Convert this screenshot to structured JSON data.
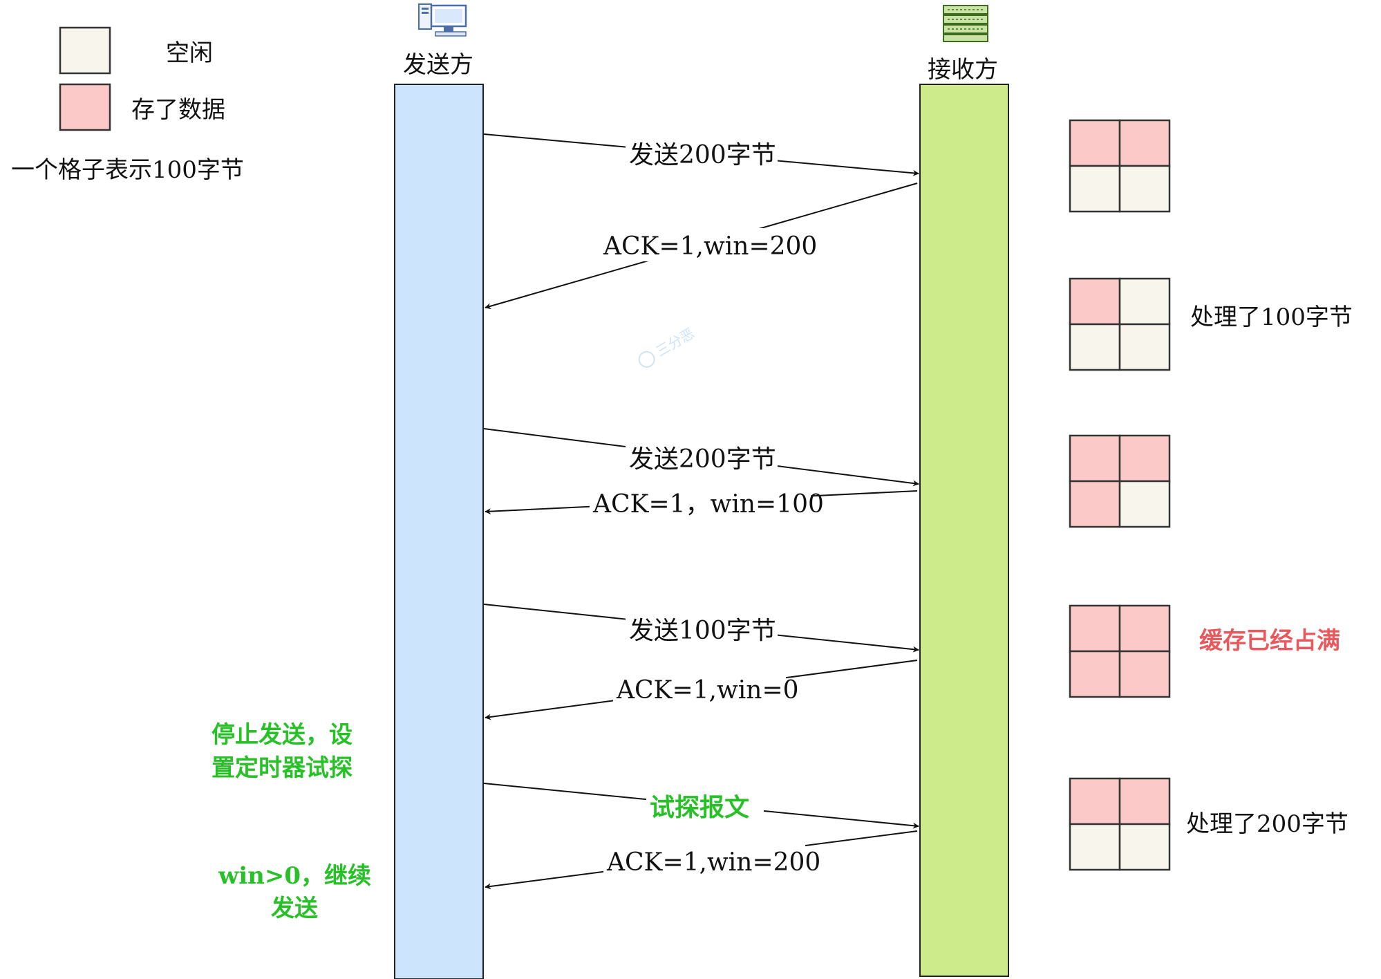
{
  "colors": {
    "free": "#f7f5ec",
    "used": "#fcc9c9",
    "sender_bar": "#cce5fd",
    "receiver_bar": "#cdeb8b",
    "accent_green": "#27c127",
    "accent_red": "#e8595e"
  },
  "legend": {
    "free_label": "空闲",
    "used_label": "存了数据",
    "unit_note": "一个格子表示100字节"
  },
  "sender": {
    "title": "发送方",
    "icon": "computer-icon"
  },
  "receiver": {
    "title": "接收方",
    "icon": "server-icon"
  },
  "messages": [
    {
      "text": "发送200字节",
      "dir": "to-receiver"
    },
    {
      "text": "ACK=1,win=200",
      "dir": "to-sender"
    },
    {
      "text": "发送200字节",
      "dir": "to-receiver"
    },
    {
      "text": "ACK=1，win=100",
      "dir": "to-sender"
    },
    {
      "text": "发送100字节",
      "dir": "to-receiver"
    },
    {
      "text": "ACK=1,win=0",
      "dir": "to-sender"
    },
    {
      "text": "试探报文",
      "dir": "to-receiver",
      "highlight": "green"
    },
    {
      "text": "ACK=1,win=200",
      "dir": "to-sender"
    }
  ],
  "buffers": [
    {
      "cells": [
        "used",
        "used",
        "free",
        "free"
      ],
      "note": ""
    },
    {
      "cells": [
        "used",
        "free",
        "free",
        "free"
      ],
      "note": "处理了100字节"
    },
    {
      "cells": [
        "used",
        "used",
        "used",
        "free"
      ],
      "note": ""
    },
    {
      "cells": [
        "used",
        "used",
        "used",
        "used"
      ],
      "note": "缓存已经占满",
      "note_color": "red"
    },
    {
      "cells": [
        "used",
        "used",
        "free",
        "free"
      ],
      "note": "处理了200字节"
    }
  ],
  "sender_notes": {
    "stop_line1": "停止发送，设",
    "stop_line2": "置定时器试探",
    "resume_line1": "win>0，继续",
    "resume_line2": "发送"
  },
  "watermark": "三分恶"
}
